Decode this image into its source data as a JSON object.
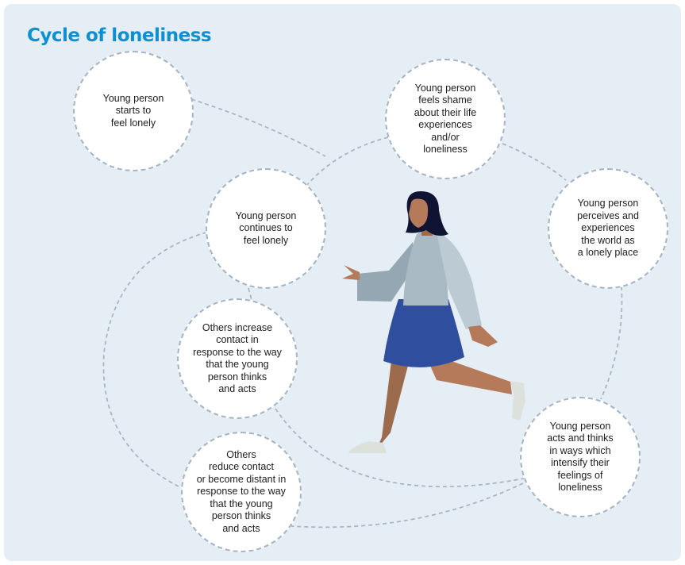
{
  "title": "Cycle of loneliness",
  "nodes": [
    {
      "id": "starts-to-feel-lonely",
      "text": "Young person\nstarts to\nfeel lonely"
    },
    {
      "id": "feels-shame",
      "text": "Young person\nfeels shame\nabout their life\nexperiences\nand/or\nloneliness"
    },
    {
      "id": "perceives-lonely-world",
      "text": "Young person\nperceives and\nexperiences\nthe world as\na lonely place"
    },
    {
      "id": "continues-to-feel-lonely",
      "text": "Young person\ncontinues to\nfeel lonely"
    },
    {
      "id": "others-increase-contact",
      "text": "Others increase\ncontact in\nresponse to the way\nthat the young\nperson thinks\nand acts"
    },
    {
      "id": "acts-and-thinks",
      "text": "Young person\nacts and thinks\nin ways which\nintensify their\nfeelings of\nloneliness"
    },
    {
      "id": "others-reduce-contact",
      "text": "Others\nreduce contact\nor become distant in\nresponse to the way\nthat the young\nperson thinks\nand acts"
    }
  ],
  "connectors": [
    {
      "from": "starts-to-feel-lonely",
      "to": "feels-shame"
    },
    {
      "from": "feels-shame",
      "to": "perceives-lonely-world"
    },
    {
      "from": "perceives-lonely-world",
      "to": "acts-and-thinks"
    },
    {
      "from": "acts-and-thinks",
      "to": "others-reduce-contact"
    },
    {
      "from": "others-reduce-contact",
      "to": "continues-to-feel-lonely"
    },
    {
      "from": "feels-shame",
      "to": "continues-to-feel-lonely"
    },
    {
      "from": "continues-to-feel-lonely",
      "to": "others-increase-contact"
    },
    {
      "from": "others-increase-contact",
      "to": "acts-and-thinks"
    }
  ],
  "illustration": "walking-woman-figure",
  "colors": {
    "title": "#0d8fd2",
    "background": "#e6eef5",
    "dashed_line": "#a4b4c3",
    "hair": "#0f1433",
    "skin": "#b57a5a",
    "sweater": "#a9bac4",
    "skirt": "#2f4f9e",
    "shoe": "#dde1dc"
  }
}
